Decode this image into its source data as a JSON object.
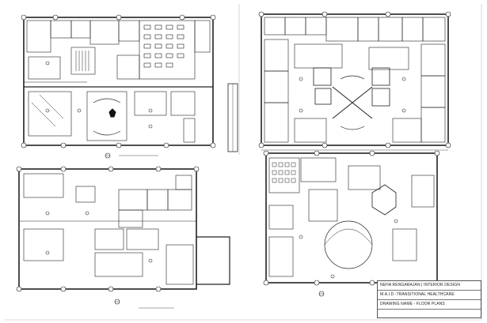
{
  "sheet": {
    "background": "#ffffff",
    "line_color": "#222222"
  },
  "plans": [
    {
      "id": "top-left",
      "label": "floor-plan"
    },
    {
      "id": "top-right",
      "label": "floor-plan"
    },
    {
      "id": "bottom-left",
      "label": "floor-plan"
    },
    {
      "id": "bottom-right",
      "label": "floor-plan"
    }
  ],
  "title_block": {
    "designer": "NEHA RENGARAJAN | INTERIOR DESIGN",
    "project": "M.A.I.D -TRANSITIONAL HEALTHCARE",
    "drawing_name": "DRAWING NAME - FLOOR PLANS"
  }
}
